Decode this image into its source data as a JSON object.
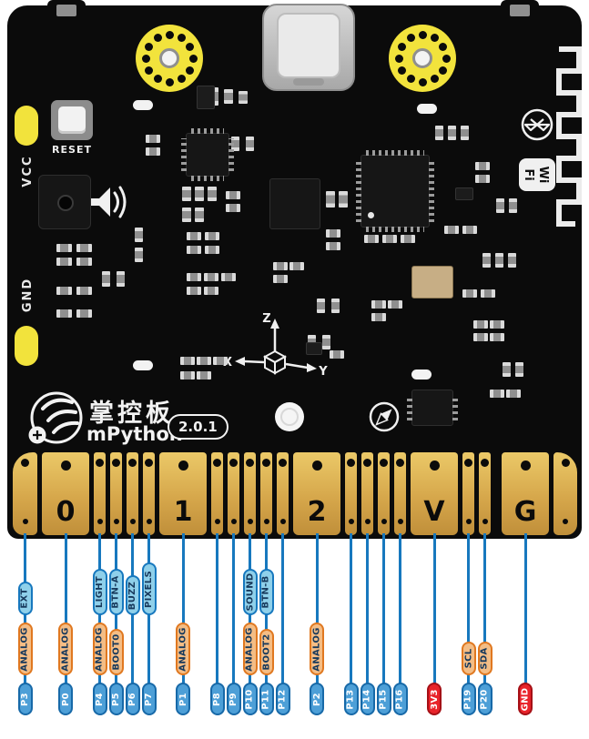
{
  "board": {
    "reset_label": "RESET",
    "vcc_label": "VCC",
    "gnd_label": "GND",
    "logo_cn": "掌控板",
    "logo_en": "mPython",
    "version_badge": "2.0.1",
    "wifi_line1": "Wi",
    "wifi_line2": "Fi",
    "axis_labels": {
      "x": "X",
      "y": "Y",
      "z": "Z"
    }
  },
  "edge_connector": {
    "big_pad_labels": [
      "0",
      "1",
      "2",
      "V",
      "G"
    ]
  },
  "pinout": {
    "line_color": "#1778BE",
    "pins": [
      {
        "name": "P3",
        "type": "gpio",
        "functions": [
          {
            "label": "ANALOG",
            "kind": "analog"
          },
          {
            "label": "EXT",
            "kind": "feature"
          }
        ]
      },
      {
        "name": "P0",
        "type": "gpio",
        "functions": [
          {
            "label": "ANALOG",
            "kind": "analog"
          }
        ]
      },
      {
        "name": "P4",
        "type": "gpio",
        "functions": [
          {
            "label": "ANALOG",
            "kind": "analog"
          },
          {
            "label": "LIGHT",
            "kind": "feature"
          }
        ]
      },
      {
        "name": "P5",
        "type": "gpio",
        "functions": [
          {
            "label": "BOOT0",
            "kind": "boot"
          },
          {
            "label": "BTN-A",
            "kind": "feature"
          }
        ]
      },
      {
        "name": "P6",
        "type": "gpio",
        "functions": [
          {
            "label": "BUZZ",
            "kind": "feature"
          }
        ]
      },
      {
        "name": "P7",
        "type": "gpio",
        "functions": [
          {
            "label": "PIXELS",
            "kind": "feature"
          }
        ]
      },
      {
        "name": "P1",
        "type": "gpio",
        "functions": [
          {
            "label": "ANALOG",
            "kind": "analog"
          }
        ]
      },
      {
        "name": "P8",
        "type": "gpio",
        "functions": []
      },
      {
        "name": "P9",
        "type": "gpio",
        "functions": []
      },
      {
        "name": "P10",
        "type": "gpio",
        "functions": [
          {
            "label": "ANALOG",
            "kind": "analog"
          },
          {
            "label": "SOUND",
            "kind": "feature"
          }
        ]
      },
      {
        "name": "P11",
        "type": "gpio",
        "functions": [
          {
            "label": "BOOT2",
            "kind": "boot"
          },
          {
            "label": "BTN-B",
            "kind": "feature"
          }
        ]
      },
      {
        "name": "P12",
        "type": "gpio",
        "functions": []
      },
      {
        "name": "P2",
        "type": "gpio",
        "functions": [
          {
            "label": "ANALOG",
            "kind": "analog"
          }
        ]
      },
      {
        "name": "P13",
        "type": "gpio",
        "functions": []
      },
      {
        "name": "P14",
        "type": "gpio",
        "functions": []
      },
      {
        "name": "P15",
        "type": "gpio",
        "functions": []
      },
      {
        "name": "P16",
        "type": "gpio",
        "functions": []
      },
      {
        "name": "3V3",
        "type": "power",
        "functions": []
      },
      {
        "name": "P19",
        "type": "gpio",
        "functions": [
          {
            "label": "SCL",
            "kind": "i2c"
          }
        ]
      },
      {
        "name": "P20",
        "type": "gpio",
        "functions": [
          {
            "label": "SDA",
            "kind": "i2c"
          }
        ]
      },
      {
        "name": "GND",
        "type": "power",
        "functions": []
      }
    ]
  },
  "colors": {
    "board": "#0B0B0B",
    "pad_gold": "#D6A74B",
    "ring_yellow": "#F2E33C",
    "line_blue": "#1778BE",
    "pin_pill": "#4D9FD7",
    "power_pill": "#E8232A",
    "analog_pill": "#F4BD85",
    "feature_pill": "#8FD0EA"
  }
}
